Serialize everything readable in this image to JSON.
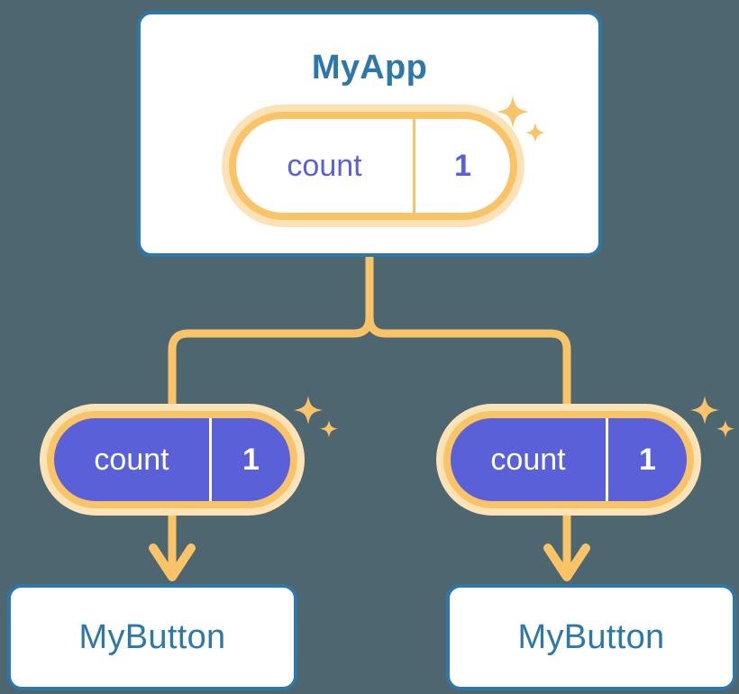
{
  "theme": {
    "background": "#4d6670",
    "card_border": "#2d78a8",
    "card_text": "#2d78a8",
    "accent_orange": "#f9c368",
    "accent_orange_halo": "#fce3b7",
    "state_purple": "#5a61d8",
    "card_fill": "#ffffff"
  },
  "diagram": {
    "type": "component-tree",
    "root": {
      "title": "MyApp",
      "state": {
        "key": "count",
        "value": "1",
        "style": "light",
        "sparkle": true
      }
    },
    "children": [
      {
        "state": {
          "key": "count",
          "value": "1",
          "style": "dark",
          "sparkle": true
        },
        "title": "MyButton"
      },
      {
        "state": {
          "key": "count",
          "value": "1",
          "style": "dark",
          "sparkle": true
        },
        "title": "MyButton"
      }
    ]
  },
  "icons": {
    "sparkle_large": "sparkle-four-point-large",
    "sparkle_small": "sparkle-four-point-small",
    "arrow_down": "arrow-down-icon",
    "branch": "branch-connector"
  }
}
